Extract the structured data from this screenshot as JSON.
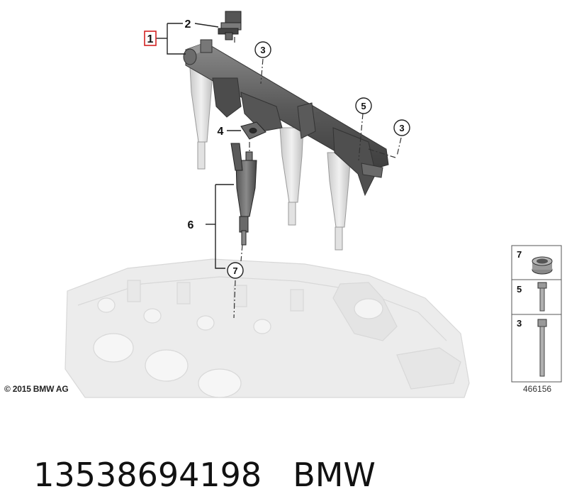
{
  "diagram": {
    "callouts": {
      "c1": "1",
      "c2": "2",
      "c3a": "3",
      "c3b": "3",
      "c4": "4",
      "c5": "5",
      "c6": "6",
      "c7": "7"
    },
    "legend": {
      "item7": "7",
      "item5": "5",
      "item3": "3"
    },
    "copyright": "© 2015 BMW AG",
    "ref_code": "466156"
  },
  "caption": {
    "part_number": "13538694198",
    "brand": "BMW"
  },
  "colors": {
    "callout_box": "#d22222",
    "engine_ghost": "#e6e6e6",
    "rail_dark": "#5b5b5b",
    "injector_light": "#d9d9d9"
  }
}
